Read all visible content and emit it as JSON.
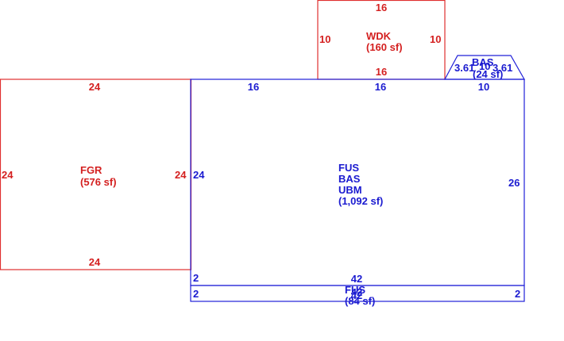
{
  "colors": {
    "red": "#d42020",
    "blue": "#1a1ad0"
  },
  "areas": {
    "fgr": {
      "code": "FGR",
      "size": "(576 sf)",
      "dim_top": "24",
      "dim_bottom": "24",
      "dim_left": "24",
      "dim_right": "24"
    },
    "wdk": {
      "code": "WDK",
      "size": "(160 sf)",
      "dim_top": "16",
      "dim_bottom": "16",
      "dim_left": "10",
      "dim_right": "10"
    },
    "main": {
      "codes": [
        "FUS",
        "BAS",
        "UBM"
      ],
      "size": "(1,092 sf)",
      "dim_top_left": "16",
      "dim_top_mid": "16",
      "dim_top_right": "10",
      "dim_left": "24",
      "dim_right": "26",
      "dim_bottom": "42",
      "dim_bottom_left": "2"
    },
    "bay": {
      "code": "BAS",
      "size": "(24 sf)",
      "dim_left": "3.61",
      "dim_mid": "10",
      "dim_right": "3.61",
      "dim_bottom": "10"
    },
    "strip": {
      "code": "FUS",
      "size": "(84 sf)",
      "dim_top": "42",
      "dim_bottom": "42",
      "dim_left": "2",
      "dim_right": "2"
    }
  }
}
